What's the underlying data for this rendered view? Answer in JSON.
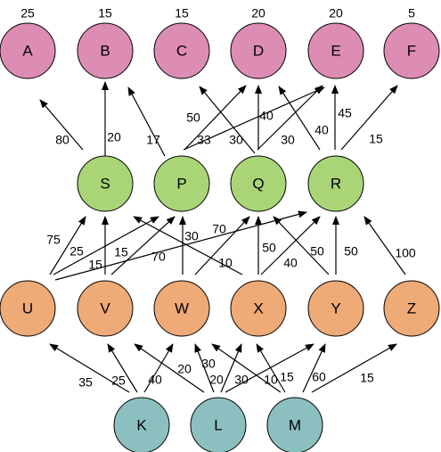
{
  "colors": {
    "top": "#dd8cb4",
    "middle": "#a9d577",
    "lower": "#eeaa77",
    "bottom": "#8cc0c0",
    "stroke": "#000000",
    "edge": "#000000"
  },
  "nodes": [
    {
      "id": "A",
      "label": "A",
      "group": "top",
      "value": "25"
    },
    {
      "id": "B",
      "label": "B",
      "group": "top",
      "value": "15"
    },
    {
      "id": "C",
      "label": "C",
      "group": "top",
      "value": "15"
    },
    {
      "id": "D",
      "label": "D",
      "group": "top",
      "value": "20"
    },
    {
      "id": "E",
      "label": "E",
      "group": "top",
      "value": "20"
    },
    {
      "id": "F",
      "label": "F",
      "group": "top",
      "value": "5"
    },
    {
      "id": "S",
      "label": "S",
      "group": "middle"
    },
    {
      "id": "P",
      "label": "P",
      "group": "middle"
    },
    {
      "id": "Q",
      "label": "Q",
      "group": "middle"
    },
    {
      "id": "R",
      "label": "R",
      "group": "middle"
    },
    {
      "id": "U",
      "label": "U",
      "group": "lower"
    },
    {
      "id": "V",
      "label": "V",
      "group": "lower"
    },
    {
      "id": "W",
      "label": "W",
      "group": "lower"
    },
    {
      "id": "X",
      "label": "X",
      "group": "lower"
    },
    {
      "id": "Y",
      "label": "Y",
      "group": "lower"
    },
    {
      "id": "Z",
      "label": "Z",
      "group": "lower"
    },
    {
      "id": "K",
      "label": "K",
      "group": "bottom"
    },
    {
      "id": "L",
      "label": "L",
      "group": "bottom"
    },
    {
      "id": "M",
      "label": "M",
      "group": "bottom"
    }
  ],
  "edges": [
    {
      "from": "S",
      "to": "A",
      "label": "80"
    },
    {
      "from": "S",
      "to": "B",
      "label": "20"
    },
    {
      "from": "P",
      "to": "B",
      "label": "17"
    },
    {
      "from": "P",
      "to": "D",
      "label": "33"
    },
    {
      "from": "P",
      "to": "E",
      "label": "50"
    },
    {
      "from": "Q",
      "to": "C",
      "label": "30"
    },
    {
      "from": "Q",
      "to": "D",
      "label": "40"
    },
    {
      "from": "Q",
      "to": "E",
      "label": "30"
    },
    {
      "from": "R",
      "to": "D",
      "label": "40"
    },
    {
      "from": "R",
      "to": "E",
      "label": "45"
    },
    {
      "from": "R",
      "to": "F",
      "label": "15"
    },
    {
      "from": "U",
      "to": "S",
      "label": "75"
    },
    {
      "from": "U",
      "to": "P",
      "label": "25"
    },
    {
      "from": "U",
      "to": "R",
      "label": "15"
    },
    {
      "from": "V",
      "to": "S",
      "label": "15"
    },
    {
      "from": "V",
      "to": "P",
      "label": "70"
    },
    {
      "from": "W",
      "to": "P",
      "label": "30"
    },
    {
      "from": "W",
      "to": "Q",
      "label": "70"
    },
    {
      "from": "X",
      "to": "S",
      "label": "10"
    },
    {
      "from": "X",
      "to": "Q",
      "label": "50"
    },
    {
      "from": "X",
      "to": "R",
      "label": "40"
    },
    {
      "from": "Y",
      "to": "Q",
      "label": "50"
    },
    {
      "from": "Y",
      "to": "R",
      "label": "50"
    },
    {
      "from": "Z",
      "to": "R",
      "label": "100"
    },
    {
      "from": "K",
      "to": "U",
      "label": "35"
    },
    {
      "from": "K",
      "to": "V",
      "label": "25"
    },
    {
      "from": "K",
      "to": "W",
      "label": "40"
    },
    {
      "from": "L",
      "to": "V",
      "label": "20"
    },
    {
      "from": "L",
      "to": "W",
      "label": "30"
    },
    {
      "from": "L",
      "to": "X",
      "label": "20"
    },
    {
      "from": "L",
      "to": "Y",
      "label": "30"
    },
    {
      "from": "M",
      "to": "W",
      "label": "10"
    },
    {
      "from": "M",
      "to": "X",
      "label": "15"
    },
    {
      "from": "M",
      "to": "Y",
      "label": "60"
    },
    {
      "from": "M",
      "to": "Z",
      "label": "15"
    }
  ]
}
